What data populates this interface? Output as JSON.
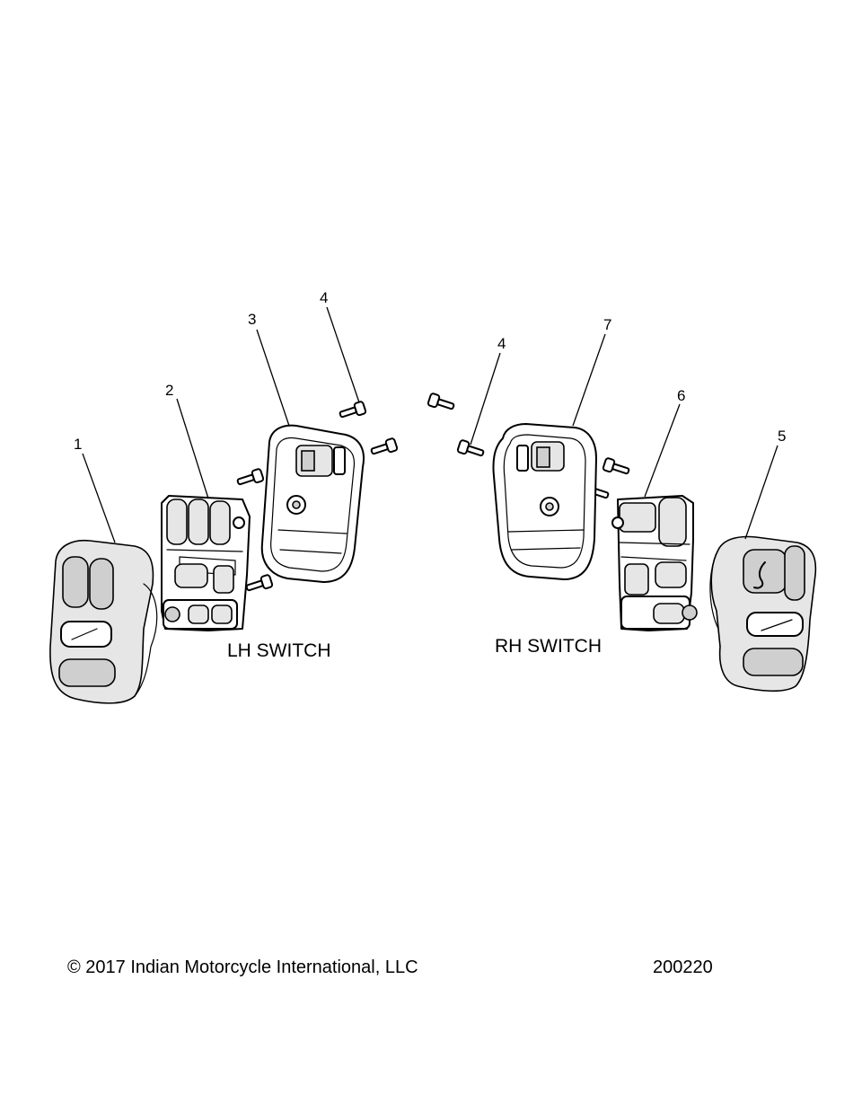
{
  "callouts": [
    "1",
    "2",
    "3",
    "4",
    "4",
    "5",
    "6",
    "7"
  ],
  "labels": {
    "lh_switch": "LH SWITCH",
    "rh_switch": "RH SWITCH"
  },
  "footer": {
    "copyright": "© 2017 Indian Motorcycle International, LLC",
    "diagram_id": "200220"
  }
}
